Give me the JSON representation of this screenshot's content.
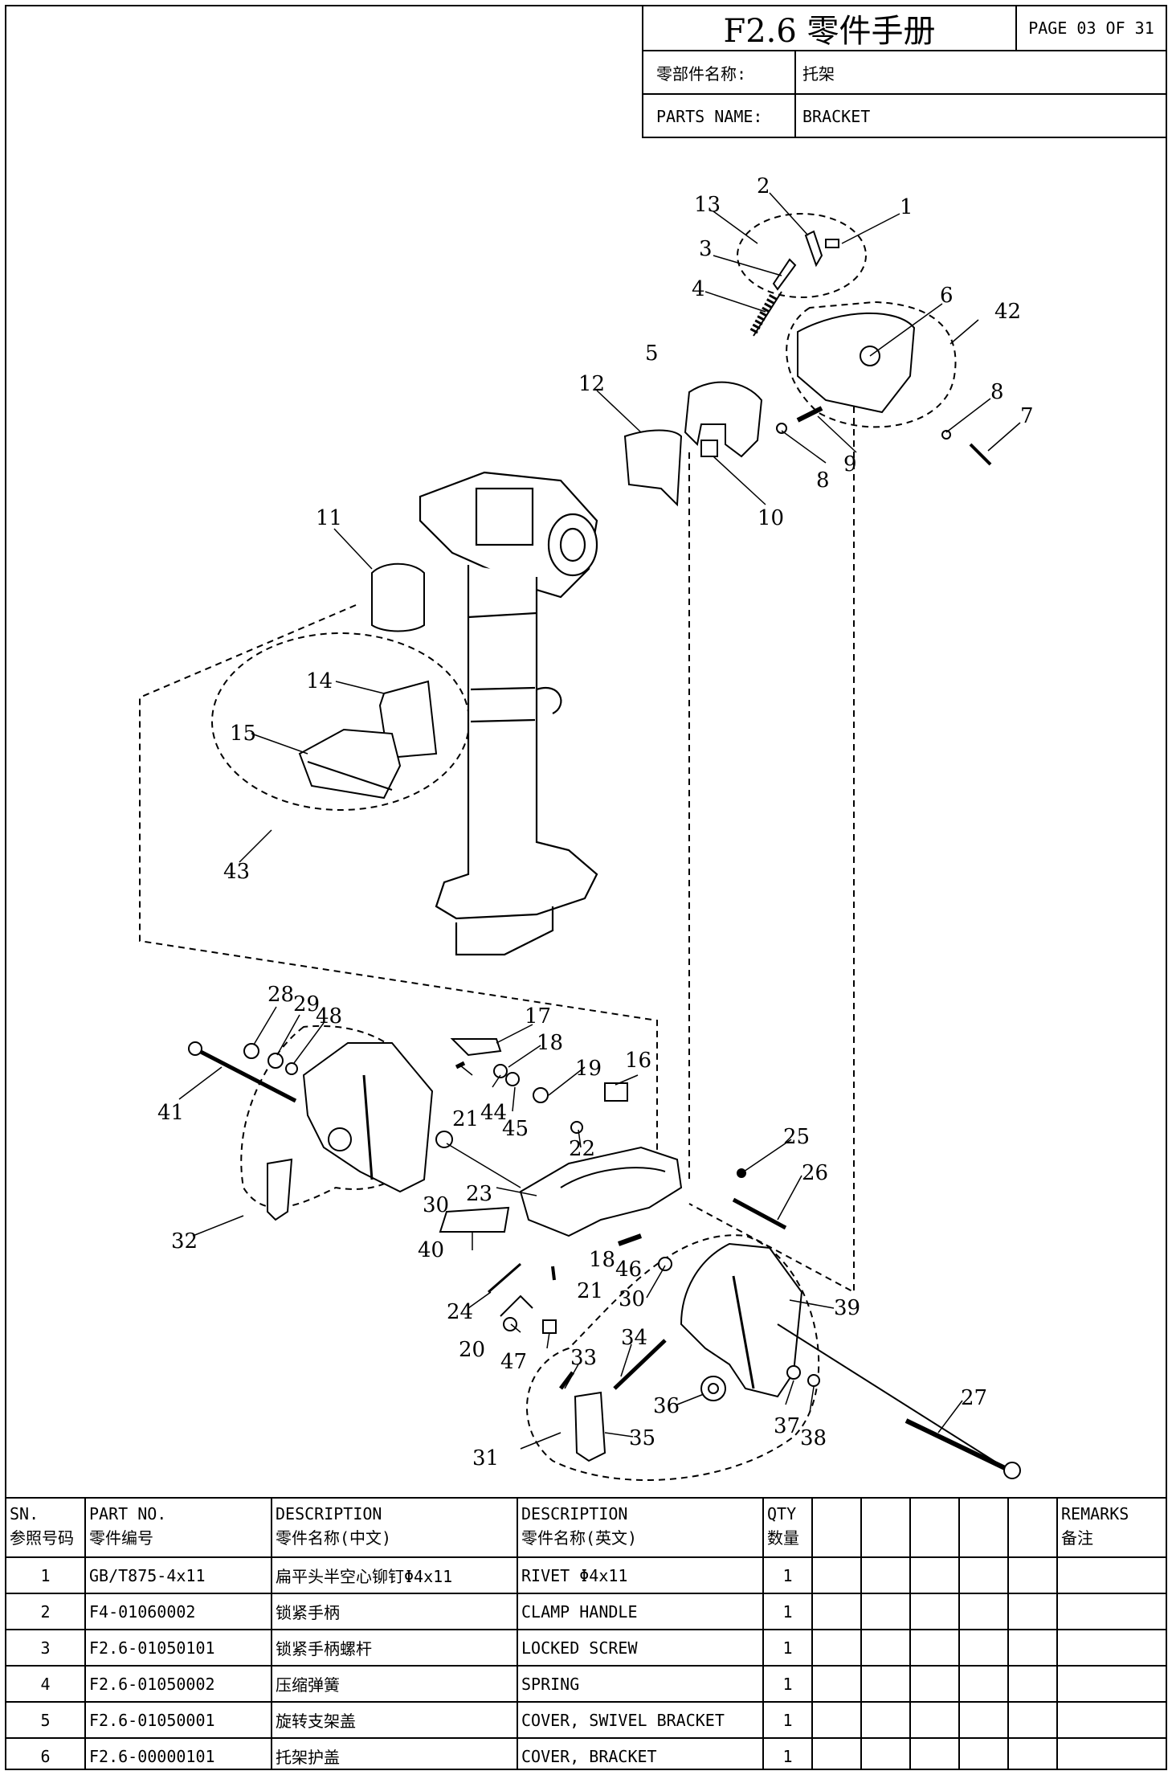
{
  "header": {
    "doc_title": "F2.6 零件手册",
    "page_info": "PAGE 03 OF 31",
    "part_name_cn_label": "零部件名称:",
    "part_name_cn_value": "托架",
    "part_name_en_label": "PARTS NAME:",
    "part_name_en_value": "BRACKET"
  },
  "callouts": [
    "1",
    "2",
    "3",
    "4",
    "5",
    "6",
    "7",
    "8",
    "8",
    "9",
    "10",
    "11",
    "12",
    "13",
    "14",
    "15",
    "16",
    "17",
    "18",
    "18",
    "19",
    "20",
    "21",
    "21",
    "22",
    "23",
    "24",
    "25",
    "26",
    "27",
    "28",
    "29",
    "30",
    "30",
    "31",
    "32",
    "33",
    "34",
    "35",
    "36",
    "37",
    "38",
    "39",
    "40",
    "41",
    "42",
    "43",
    "44",
    "45",
    "46",
    "47",
    "48"
  ],
  "table": {
    "headers": {
      "sn": [
        "SN.",
        "参照号码"
      ],
      "part_no": [
        "PART NO.",
        "零件编号"
      ],
      "desc_cn": [
        "DESCRIPTION",
        "零件名称(中文)"
      ],
      "desc_en": [
        "DESCRIPTION",
        "零件名称(英文)"
      ],
      "qty": [
        "QTY",
        "数量"
      ],
      "remarks": [
        "REMARKS",
        "备注"
      ]
    },
    "rows": [
      {
        "sn": "1",
        "part_no": "GB/T875-4x11",
        "desc_cn": "扁平头半空心铆钉Φ4x11",
        "desc_en": "RIVET Φ4x11",
        "qty": "1"
      },
      {
        "sn": "2",
        "part_no": "F4-01060002",
        "desc_cn": "锁紧手柄",
        "desc_en": "CLAMP HANDLE",
        "qty": "1"
      },
      {
        "sn": "3",
        "part_no": "F2.6-01050101",
        "desc_cn": "锁紧手柄螺杆",
        "desc_en": "LOCKED SCREW",
        "qty": "1"
      },
      {
        "sn": "4",
        "part_no": "F2.6-01050002",
        "desc_cn": "压缩弹簧",
        "desc_en": "SPRING",
        "qty": "1"
      },
      {
        "sn": "5",
        "part_no": "F2.6-01050001",
        "desc_cn": "旋转支架盖",
        "desc_en": "COVER, SWIVEL BRACKET",
        "qty": "1"
      },
      {
        "sn": "6",
        "part_no": "F2.6-00000101",
        "desc_cn": "托架护盖",
        "desc_en": "COVER, BRACKET",
        "qty": "1"
      }
    ]
  }
}
